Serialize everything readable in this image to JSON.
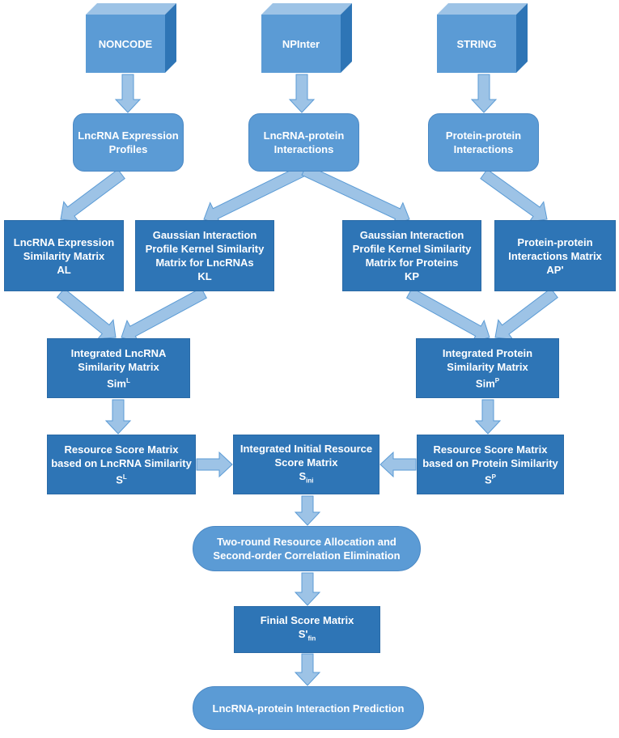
{
  "sources": {
    "noncode": "NONCODE",
    "npinter": "NPInter",
    "string": "STRING"
  },
  "level1": {
    "lncrna_expr_1": "LncRNA Expression",
    "lncrna_expr_2": "Profiles",
    "lncrna_prot_1": "LncRNA-protein",
    "lncrna_prot_2": "Interactions",
    "prot_prot_1": "Protein-protein",
    "prot_prot_2": "Interactions"
  },
  "level2": {
    "al_1": "LncRNA Expression",
    "al_2": "Similarity Matrix",
    "al_3": "AL",
    "kl_1": "Gaussian Interaction",
    "kl_2": "Profile Kernel Similarity",
    "kl_3": "Matrix for LncRNAs",
    "kl_4": "KL",
    "kp_1": "Gaussian Interaction",
    "kp_2": "Profile Kernel Similarity",
    "kp_3": "Matrix for Proteins",
    "kp_4": "KP",
    "ap_1": "Protein-protein",
    "ap_2": "Interactions Matrix",
    "ap_3": "AP'"
  },
  "level3": {
    "siml_1": "Integrated LncRNA",
    "siml_2": "Similarity Matrix",
    "siml_3": "Sim",
    "siml_sup": "L",
    "simp_1": "Integrated Protein",
    "simp_2": "Similarity Matrix",
    "simp_3": "Sim",
    "simp_sup": "P"
  },
  "level4": {
    "sl_1": "Resource Score Matrix",
    "sl_2": "based on LncRNA Similarity",
    "sl_3": "S",
    "sl_sup": "L",
    "sini_1": "Integrated Initial Resource",
    "sini_2": "Score Matrix",
    "sini_3": "S",
    "sini_sub": "ini",
    "sp_1": "Resource Score Matrix",
    "sp_2": "based on Protein Similarity",
    "sp_3": "S",
    "sp_sup": "P"
  },
  "level5": {
    "alloc_1": "Two-round Resource Allocation and",
    "alloc_2": "Second-order Correlation Elimination"
  },
  "level6": {
    "final_1": "Finial Score Matrix",
    "final_2": "S'",
    "final_sub": "fin"
  },
  "level7": {
    "predict": "LncRNA-protein Interaction Prediction"
  },
  "colors": {
    "light_blue": "#5b9bd5",
    "dark_blue": "#2e75b6",
    "arrow_fill": "#9dc3e6",
    "arrow_stroke": "#5b9bd5"
  }
}
